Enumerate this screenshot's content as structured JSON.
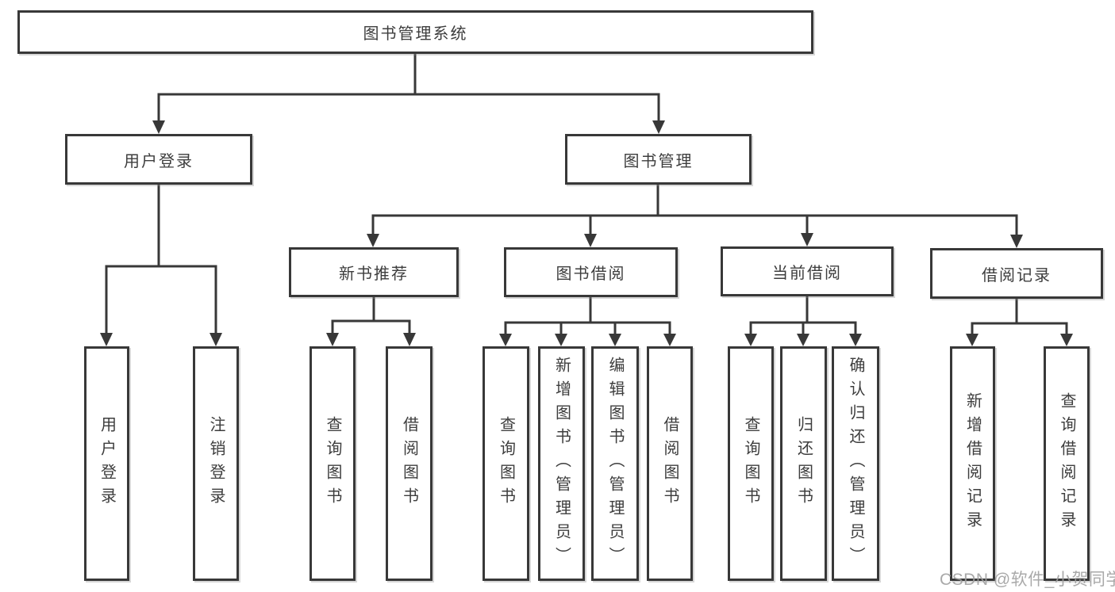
{
  "diagram": {
    "title": "图书管理系统",
    "colors": {
      "line": "#383838",
      "border": "#383838",
      "text": "#3d3d3d",
      "background": "#ffffff",
      "watermark": "#a0a0a0"
    },
    "nodes": {
      "root": "图书管理系统",
      "level2": [
        "用户登录",
        "图书管理"
      ],
      "level3": [
        "新书推荐",
        "图书借阅",
        "当前借阅",
        "借阅记录"
      ],
      "group1": [
        "用户登录",
        "注销登录"
      ],
      "group2": [
        "查询图书",
        "借阅图书"
      ],
      "group3": [
        "查询图书",
        "新增图书（管理员）",
        "编辑图书（管理员）",
        "借阅图书"
      ],
      "group4": [
        "查询图书",
        "归还图书",
        "确认归还（管理员）"
      ],
      "group5": [
        "新增借阅记录",
        "查询借阅记录"
      ]
    },
    "watermark": "CSDN @软件_小贺同学"
  }
}
